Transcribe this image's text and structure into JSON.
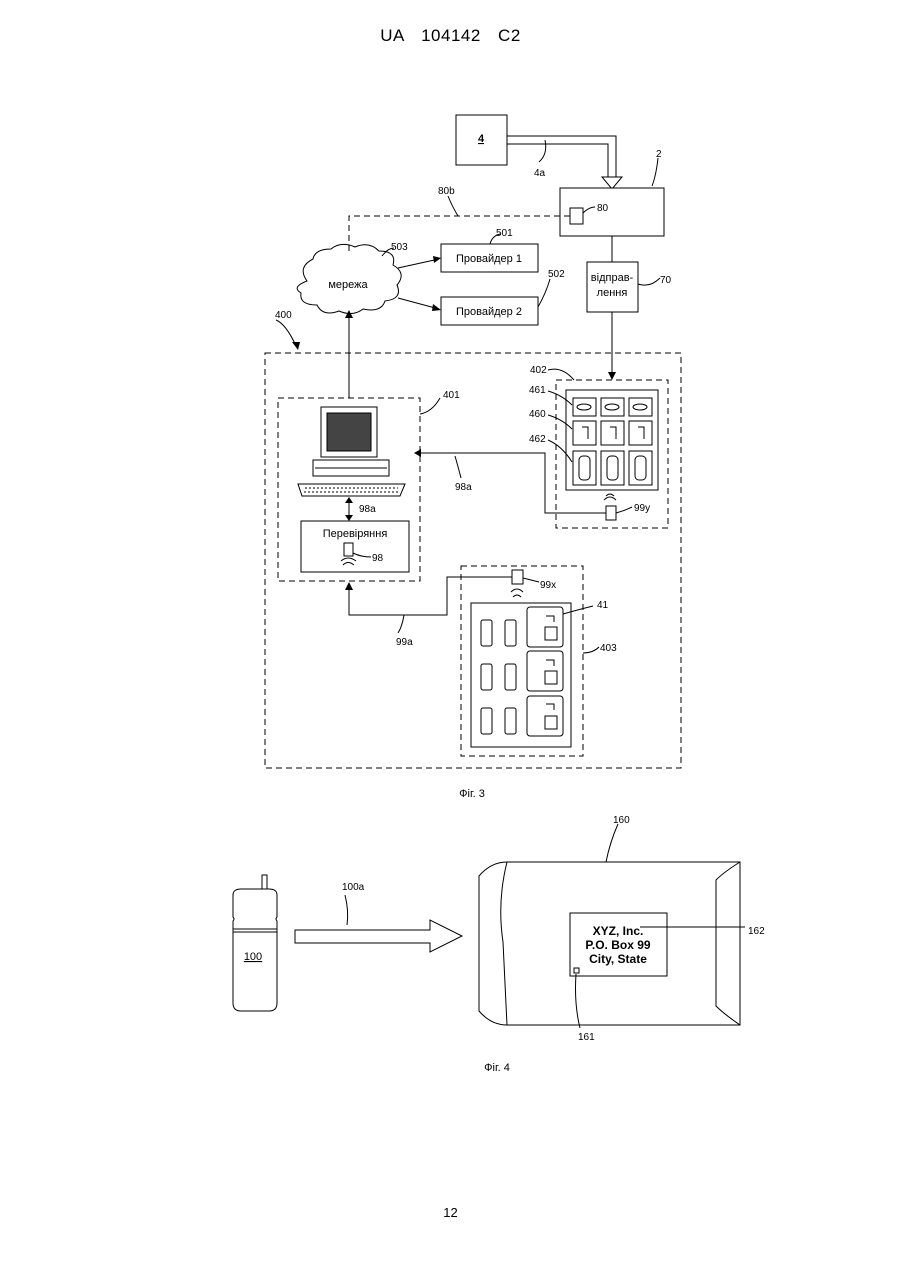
{
  "header": "UA   104142   C2",
  "page_number": "12",
  "fig3": {
    "caption": "Фіг. 3",
    "box4_label": "4",
    "ref_4a": "4a",
    "ref_2": "2",
    "ref_80": "80",
    "ref_80b": "80b",
    "network_label": "мережа",
    "ref_503": "503",
    "provider1": "Провайдер 1",
    "ref_501": "501",
    "provider2": "Провайдер 2",
    "ref_502": "502",
    "dispatch_line1": "відправ-",
    "dispatch_line2": "лення",
    "ref_70": "70",
    "ref_400": "400",
    "ref_402": "402",
    "ref_461": "461",
    "ref_460": "460",
    "ref_462": "462",
    "ref_401": "401",
    "ref_98a_right": "98a",
    "ref_98a_vert": "98a",
    "check_label": "Перевіряння",
    "ref_98": "98",
    "ref_99y": "99y",
    "ref_99x": "99x",
    "ref_41": "41",
    "ref_403": "403",
    "ref_99a": "99a"
  },
  "fig4": {
    "caption": "Фіг. 4",
    "phone_label": "100",
    "ref_100a": "100a",
    "ref_160": "160",
    "address_line1": "XYZ, Inc.",
    "address_line2": "P.O. Box 99",
    "address_line3": "City, State",
    "ref_162": "162",
    "ref_161": "161"
  }
}
